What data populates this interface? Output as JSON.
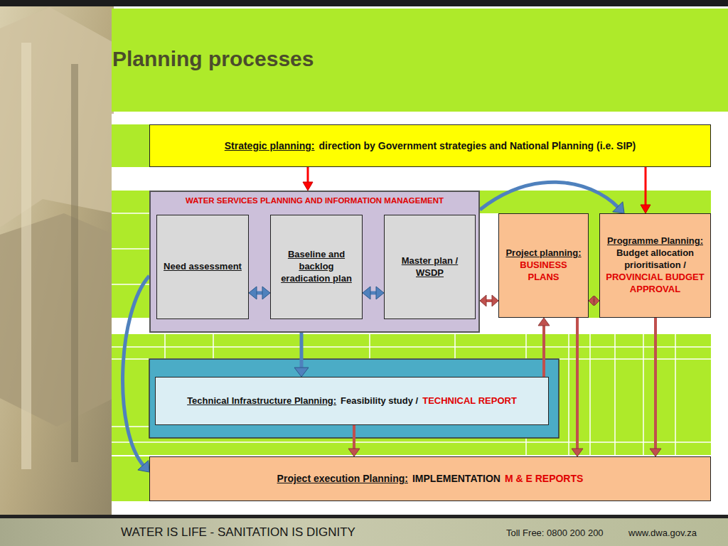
{
  "diagram": {
    "title": "Planning processes",
    "nodes": [
      {
        "text": [
          "Strategic planning:",
          "direction by Government strategies and National Planning (i.e. SIP)"
        ]
      },
      {
        "text": [
          "WATER SERVICES PLANNING AND INFORMATION MANAGEMENT"
        ]
      },
      {
        "text": [
          "Need assessment"
        ],
        "in": 1
      },
      {
        "text": [
          "Baseline and backlog eradication plan"
        ],
        "in": 1
      },
      {
        "text": [
          "Master plan / WSDP"
        ],
        "in": 1
      },
      {
        "text": [
          "Project planning:",
          "BUSINESS PLANS"
        ]
      },
      {
        "text": [
          "Programme Planning:",
          "Budget allocation prioritisation /",
          "PROVINCIAL BUDGET APPROVAL"
        ]
      },
      {
        "text": [
          "Technical Infrastructure Planning:",
          "Feasibility study /",
          "TECHNICAL REPORT"
        ]
      },
      {
        "text": [
          "Project execution Planning:",
          "IMPLEMENTATION",
          "M & E REPORTS"
        ]
      }
    ],
    "edges": [
      {
        "from": 0,
        "to": 1,
        "arrow": "to"
      },
      {
        "from": 0,
        "to": 6,
        "arrow": "to"
      },
      {
        "from": 2,
        "to": 3,
        "arrow": "both"
      },
      {
        "from": 3,
        "to": 4,
        "arrow": "both"
      },
      {
        "from": 1,
        "to": 6,
        "arrow": "to"
      },
      {
        "from": 1,
        "to": 5,
        "arrow": "both"
      },
      {
        "from": 5,
        "to": 6,
        "arrow": "both"
      },
      {
        "from": 1,
        "to": 7,
        "arrow": "to"
      },
      {
        "from": 1,
        "to": 8,
        "arrow": "to"
      },
      {
        "from": 7,
        "to": 8,
        "arrow": "to"
      },
      {
        "from": 7,
        "to": 5,
        "arrow": "to"
      },
      {
        "from": 5,
        "to": 8,
        "arrow": "to"
      },
      {
        "from": 6,
        "to": 8,
        "arrow": "to"
      }
    ],
    "labels": [
      "WATER IS LIFE - SANITATION IS DIGNITY",
      "Toll Free: 0800 200 200",
      "www.dwa.gov.za"
    ]
  }
}
